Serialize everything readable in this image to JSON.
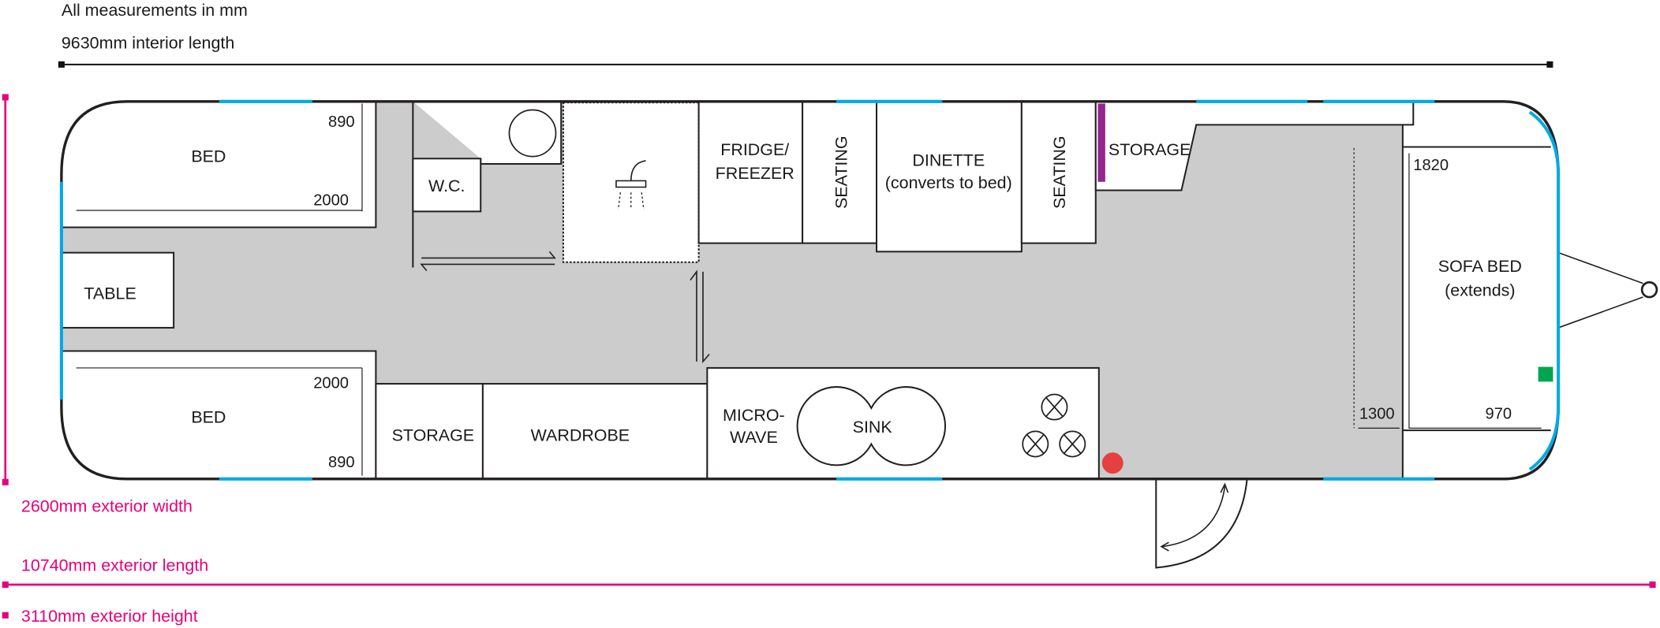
{
  "header": {
    "note": "All measurements in mm",
    "interior_length": "9630mm interior length"
  },
  "exterior": {
    "width": "2600mm exterior width",
    "length": "10740mm exterior length",
    "height": "3110mm exterior height"
  },
  "rooms": {
    "bed_top": "BED",
    "bed_bottom": "BED",
    "table": "TABLE",
    "wc": "W.C.",
    "fridge_line1": "FRIDGE/",
    "fridge_line2": "FREEZER",
    "seating_left": "SEATING",
    "dinette_line1": "DINETTE",
    "dinette_line2": "(converts to bed)",
    "seating_right": "SEATING",
    "storage_top": "STORAGE",
    "sofa_line1": "SOFA BED",
    "sofa_line2": "(extends)",
    "storage_bottom": "STORAGE",
    "wardrobe": "WARDROBE",
    "micro_line1": "MICRO-",
    "micro_line2": "WAVE",
    "sink": "SINK"
  },
  "dimensions": {
    "bed_top_width": "890",
    "bed_top_length": "2000",
    "bed_bottom_length": "2000",
    "bed_bottom_width": "890",
    "sofa_length": "1820",
    "sofa_width": "970",
    "sofa_extended": "1300"
  },
  "colors": {
    "window": "#00a9e6",
    "dimension": "#e6007e",
    "floor": "#cccccc",
    "marker_red": "#e3403f",
    "marker_green": "#00a550",
    "marker_purple": "#92278f"
  },
  "icons": [
    "shower-icon",
    "toilet-icon",
    "sink-icon",
    "burner-icon",
    "door-swing-icon",
    "hitch-icon"
  ]
}
